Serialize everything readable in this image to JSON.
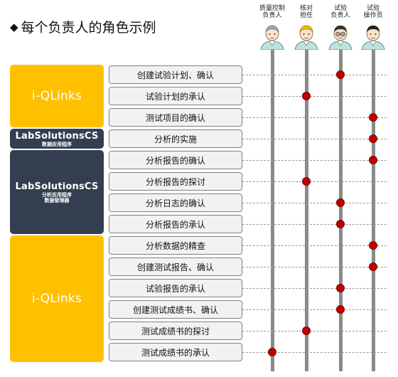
{
  "title": "每个负责人的角色示例",
  "roles": [
    {
      "label": "质量控制\n负责人",
      "hair": "#a8a8a8",
      "glasses": false
    },
    {
      "label": "核对\n担任",
      "hair": "#f2c200",
      "glasses": false
    },
    {
      "label": "试验\n负责人",
      "hair": "#333333",
      "glasses": true
    },
    {
      "label": "试验\n操作员",
      "hair": "#222222",
      "glasses": false
    }
  ],
  "blocks": [
    {
      "title": "i-QLinks",
      "subtitle": [],
      "color": "yellow"
    },
    {
      "title": "LabSolutionsCS",
      "subtitle": [
        "数据应用程序"
      ],
      "color": "dark"
    },
    {
      "title": "LabSolutionsCS",
      "subtitle": [
        "分析应用程序",
        "数据管理器"
      ],
      "color": "dark"
    },
    {
      "title": "i-QLinks",
      "subtitle": [],
      "color": "yellow"
    }
  ],
  "tasks": [
    {
      "label": "创建试验计划、确认",
      "role": 2
    },
    {
      "label": "试验计划的承认",
      "role": 1
    },
    {
      "label": "测试项目的确认",
      "role": 3
    },
    {
      "label": "分析的实施",
      "role": 3
    },
    {
      "label": "分析报告的确认",
      "role": 3
    },
    {
      "label": "分析报告的探讨",
      "role": 1
    },
    {
      "label": "分析日志的确认",
      "role": 2
    },
    {
      "label": "分析报告的承认",
      "role": 2
    },
    {
      "label": "分析数据的精查",
      "role": 3
    },
    {
      "label": "创建测试报告、确认",
      "role": 3
    },
    {
      "label": "试验报告的承认",
      "role": 2
    },
    {
      "label": "创建测试成绩书、确认",
      "role": 2
    },
    {
      "label": "测试成绩书的探讨",
      "role": 1
    },
    {
      "label": "测试成绩书的承认",
      "role": 0
    }
  ],
  "colors": {
    "accent_dot": "#c00000",
    "yellow": "#ffc000",
    "dark": "#333f50"
  }
}
